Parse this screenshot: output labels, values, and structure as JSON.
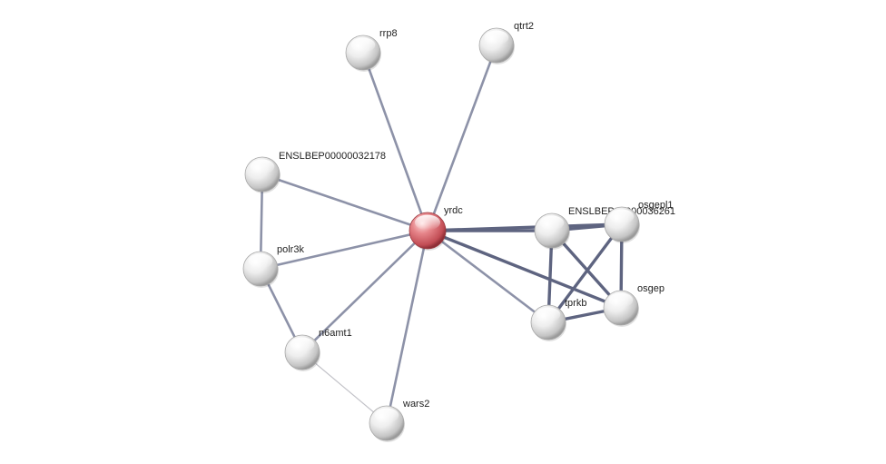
{
  "network": {
    "center_color": "#d96a70",
    "node_color": "#e6e6e6",
    "edge_color": "#7a7f96",
    "nodes": [
      {
        "id": "yrdc",
        "label": "yrdc",
        "highlight": true
      },
      {
        "id": "rrp8",
        "label": "rrp8"
      },
      {
        "id": "qtrt2",
        "label": "qtrt2"
      },
      {
        "id": "ENSLBEP00000032178",
        "label": "ENSLBEP00000032178"
      },
      {
        "id": "polr3k",
        "label": "polr3k"
      },
      {
        "id": "n6amt1",
        "label": "n6amt1"
      },
      {
        "id": "wars2",
        "label": "wars2"
      },
      {
        "id": "ENSLBEP00000036261",
        "label": "ENSLBEP00000036261"
      },
      {
        "id": "osgepl1",
        "label": "osgepl1"
      },
      {
        "id": "osgep",
        "label": "osgep"
      },
      {
        "id": "tprkb",
        "label": "tprkb"
      }
    ],
    "edges": [
      {
        "source": "yrdc",
        "target": "rrp8",
        "strength": "medium"
      },
      {
        "source": "yrdc",
        "target": "qtrt2",
        "strength": "medium"
      },
      {
        "source": "yrdc",
        "target": "ENSLBEP00000032178",
        "strength": "medium"
      },
      {
        "source": "yrdc",
        "target": "polr3k",
        "strength": "medium"
      },
      {
        "source": "yrdc",
        "target": "n6amt1",
        "strength": "medium"
      },
      {
        "source": "yrdc",
        "target": "wars2",
        "strength": "medium"
      },
      {
        "source": "yrdc",
        "target": "ENSLBEP00000036261",
        "strength": "strong"
      },
      {
        "source": "yrdc",
        "target": "osgepl1",
        "strength": "strong"
      },
      {
        "source": "yrdc",
        "target": "osgep",
        "strength": "strong"
      },
      {
        "source": "yrdc",
        "target": "tprkb",
        "strength": "medium"
      },
      {
        "source": "ENSLBEP00000032178",
        "target": "polr3k",
        "strength": "medium"
      },
      {
        "source": "polr3k",
        "target": "n6amt1",
        "strength": "medium"
      },
      {
        "source": "n6amt1",
        "target": "wars2",
        "strength": "weak"
      },
      {
        "source": "ENSLBEP00000036261",
        "target": "osgepl1",
        "strength": "strong"
      },
      {
        "source": "ENSLBEP00000036261",
        "target": "osgep",
        "strength": "strong"
      },
      {
        "source": "ENSLBEP00000036261",
        "target": "tprkb",
        "strength": "strong"
      },
      {
        "source": "osgepl1",
        "target": "osgep",
        "strength": "strong"
      },
      {
        "source": "osgepl1",
        "target": "tprkb",
        "strength": "strong"
      },
      {
        "source": "osgep",
        "target": "tprkb",
        "strength": "strong"
      }
    ]
  }
}
